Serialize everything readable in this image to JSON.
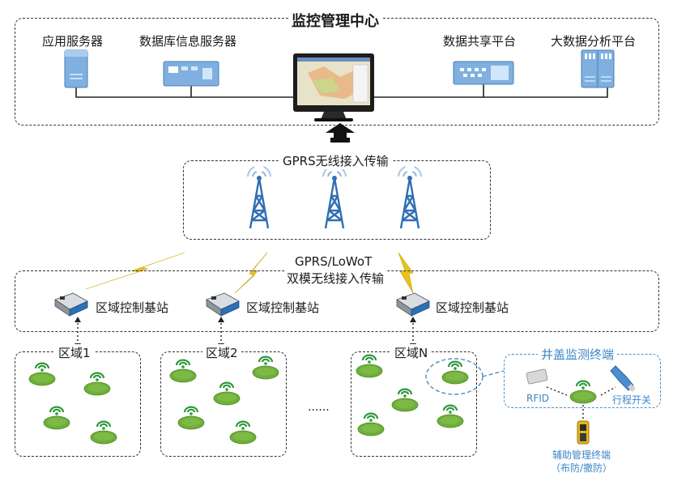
{
  "monitor_center": {
    "title": "监控管理中心",
    "servers": [
      "应用服务器",
      "数据库信息服务器",
      "数据共享平台",
      "大数据分析平台"
    ]
  },
  "gprs_layer": {
    "title": "GPRS无线接入传输"
  },
  "dual_layer": {
    "title_line1": "GPRS/LoWoT",
    "title_line2": "双模无线接入传输",
    "stations": [
      "区域控制基站",
      "区域控制基站",
      "区域控制基站"
    ]
  },
  "regions": [
    "区域1",
    "区域2",
    "区域N"
  ],
  "ellipsis": "......",
  "terminal": {
    "title": "井盖监测终端",
    "rfid": "RFID",
    "switch": "行程开关",
    "aux_line1": "辅助管理终端",
    "aux_line2": "（布防/撤防）"
  },
  "colors": {
    "tower": "#2f6fb3",
    "signal": "#2e9a3a",
    "cover": "#6fae3b",
    "bolt": "#e8c21a",
    "dashed_blue": "#4a8fc9"
  }
}
